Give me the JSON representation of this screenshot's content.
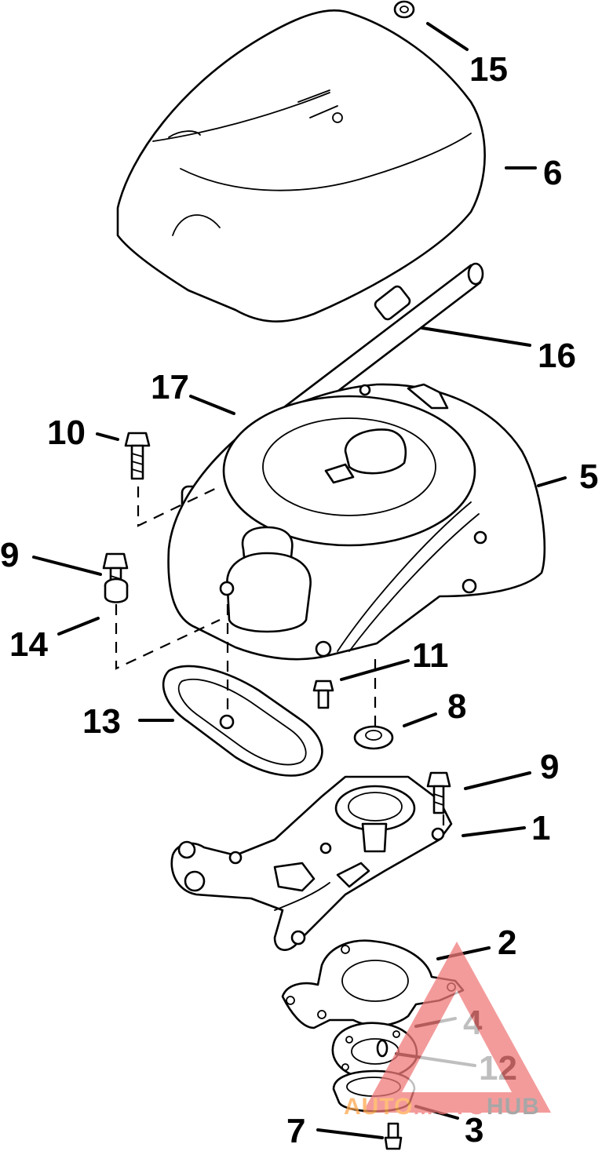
{
  "callouts": [
    "15",
    "6",
    "16",
    "17",
    "10",
    "5",
    "9",
    "14",
    "11",
    "8",
    "13",
    "9",
    "1",
    "2",
    "4",
    "12",
    "3",
    "7"
  ],
  "watermark": {
    "part1": "AUTO",
    "part2": "MOTO",
    "part3": "HUB",
    "color_primary": "#f07a7a",
    "color_secondary": "#ffa64d",
    "color_tertiary": "#8a8a8a"
  }
}
